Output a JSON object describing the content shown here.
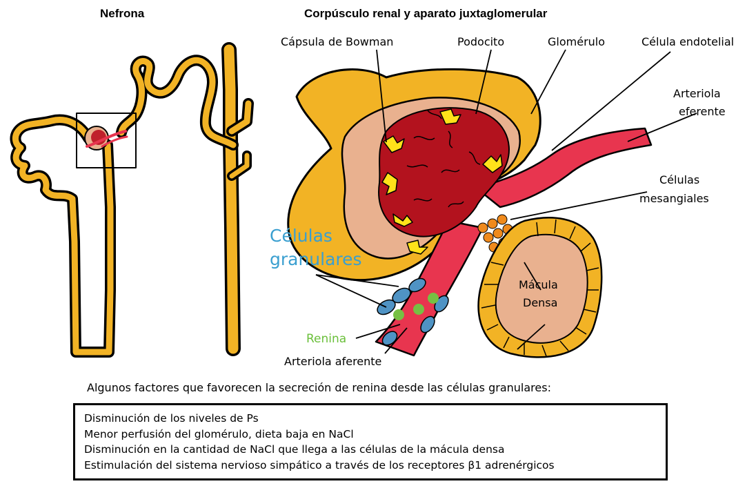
{
  "titles": {
    "left": "Nefrona",
    "right": "Corpúsculo renal y aparato juxtaglomerular"
  },
  "labels": {
    "bowman": "Cápsula de Bowman",
    "podocito": "Podocito",
    "glomerulo": "Glomérulo",
    "endotelial": "Célula endotelial",
    "eferente_1": "Arteriola",
    "eferente_2": "eferente",
    "mesangiales_1": "Células",
    "mesangiales_2": "mesangiales",
    "granulares_1": "Células",
    "granulares_2": "granulares",
    "macula_1": "Mácula",
    "macula_2": "Densa",
    "renina": "Renina",
    "aferente": "Arteriola aferente"
  },
  "colors": {
    "tubule": "#f2b325",
    "capsule_space": "#e9b18f",
    "glomerulus": "#b3121e",
    "arteriole": "#e8354f",
    "granular_cell": "#4f93c4",
    "renin": "#76c043",
    "mesangial": "#f08a1c",
    "label_blue": "#3a9fd0",
    "label_green": "#6abf3a"
  },
  "intro": "Algunos factores que favorecen la secreción de renina desde las células granulares:",
  "factors": [
    "Disminución de los niveles de Ps",
    "Menor perfusión del glomérulo, dieta baja en NaCl",
    "Disminución en la cantidad de NaCl que llega a las células de la mácula densa",
    "Estimulación del sistema nervioso simpático a través de los receptores β1 adrenérgicos"
  ]
}
